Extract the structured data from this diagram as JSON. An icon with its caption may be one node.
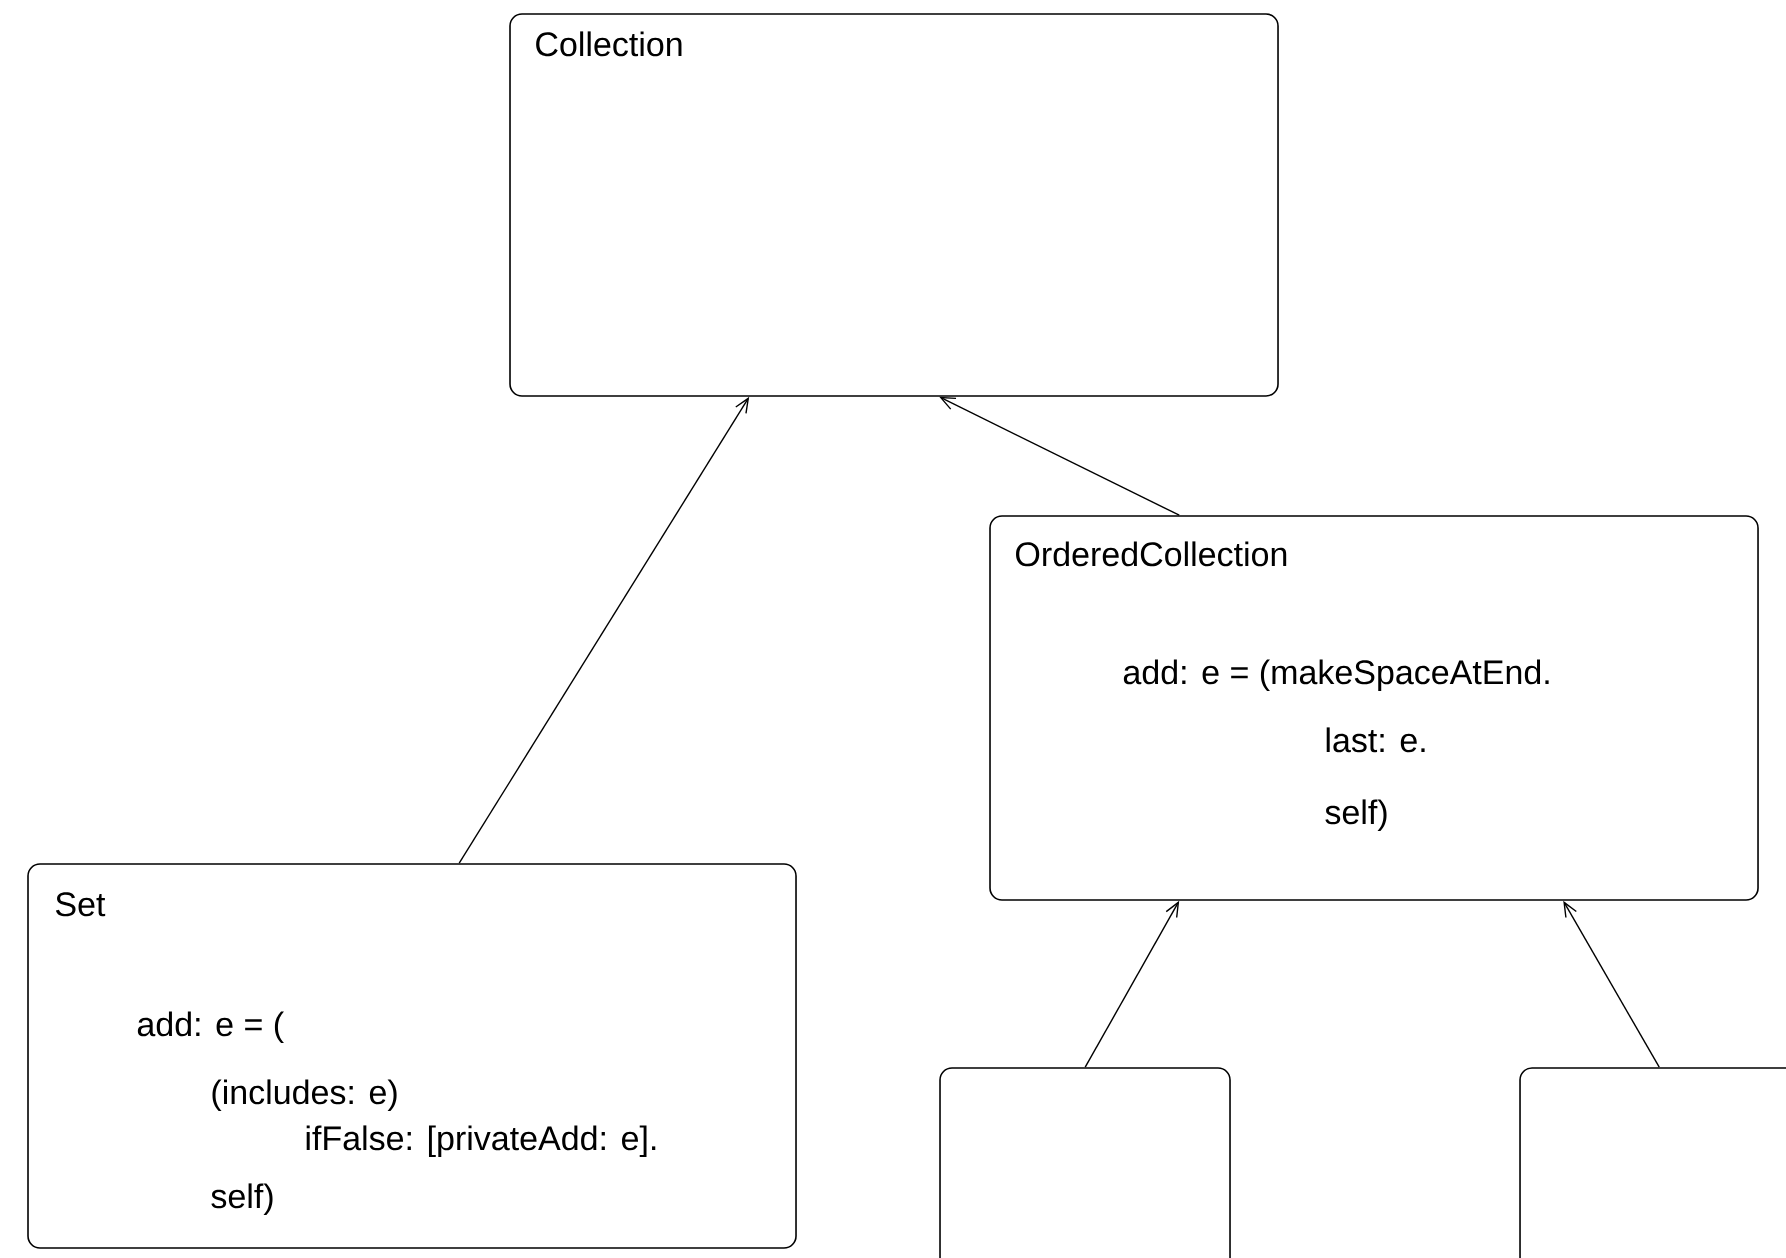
{
  "diagram": {
    "nodes": [
      {
        "text": [
          "Collection"
        ]
      },
      {
        "text": [
          "OrderedCollection",
          "add: e = (makeSpaceAtEnd.",
          "last: e.",
          "self)"
        ]
      },
      {
        "text": [
          "Set",
          "add: e = (",
          "(includes: e)",
          "ifFalse: [privateAdd: e].",
          "self)"
        ]
      },
      {
        "text": [],
        "shape": "box"
      },
      {
        "text": [],
        "shape": "box"
      }
    ],
    "edges": [
      {
        "from": 2,
        "to": 0,
        "arrow": "to"
      },
      {
        "from": 1,
        "to": 0,
        "arrow": "to"
      },
      {
        "from": 3,
        "to": 1,
        "arrow": "to"
      },
      {
        "from": 4,
        "to": 1,
        "arrow": "to"
      }
    ]
  }
}
